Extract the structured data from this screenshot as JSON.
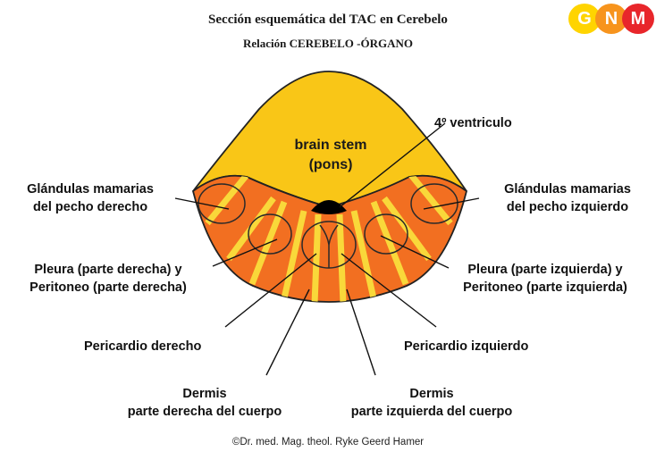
{
  "title": "Sección esquemática del TAC en Cerebelo",
  "subtitle": "Relación CEREBELO -ÓRGANO",
  "logo": {
    "letters": [
      "G",
      "N",
      "M"
    ],
    "colors": [
      "#ffd400",
      "#f7941d",
      "#e8262b"
    ]
  },
  "colors": {
    "brainstem": "#f9c617",
    "cerebellum": "#f26f21",
    "stripes": "#f9d83a",
    "ventricle": "#000000"
  },
  "center_labels": {
    "brain_stem_line1": "brain stem",
    "brain_stem_line2": "(pons)",
    "ventricle": "4º ventriculo"
  },
  "left_labels": {
    "mamarias_line1": "Glándulas mamarias",
    "mamarias_line2": "del pecho derecho",
    "pleura_line1": "Pleura (parte derecha) y",
    "pleura_line2": "Peritoneo (parte derecha)",
    "pericardio": "Pericardio derecho",
    "dermis_line1": "Dermis",
    "dermis_line2": "parte derecha del cuerpo"
  },
  "right_labels": {
    "mamarias_line1": "Glándulas mamarias",
    "mamarias_line2": "del pecho izquierdo",
    "pleura_line1": "Pleura (parte izquierda) y",
    "pleura_line2": "Peritoneo (parte izquierda)",
    "pericardio": "Pericardio izquierdo",
    "dermis_line1": "Dermis",
    "dermis_line2": "parte izquierda del cuerpo"
  },
  "copyright": "Dr. med. Mag. theol. Ryke Geerd Hamer"
}
